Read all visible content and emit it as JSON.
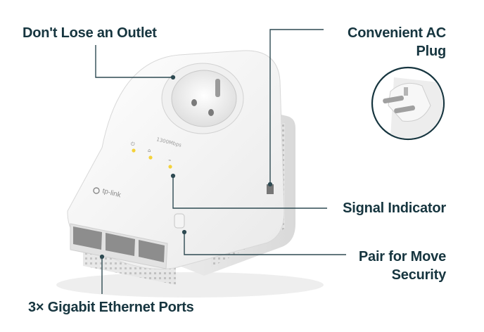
{
  "callouts": {
    "outlet": "Don't Lose an Outlet",
    "ac_plug": [
      "Convenient AC",
      "Plug"
    ],
    "signal": "Signal Indicator",
    "pair": [
      "Pair for Move",
      "Security"
    ],
    "ports": "3× Gigabit Ethernet Ports"
  },
  "device": {
    "brand": "tp-link",
    "speed_label": "1300Mbps"
  },
  "colors": {
    "label_text": "#16353f",
    "leader_line": "#2e4a52",
    "led": "#f4d23a",
    "device_body": "#f7f7f7"
  }
}
